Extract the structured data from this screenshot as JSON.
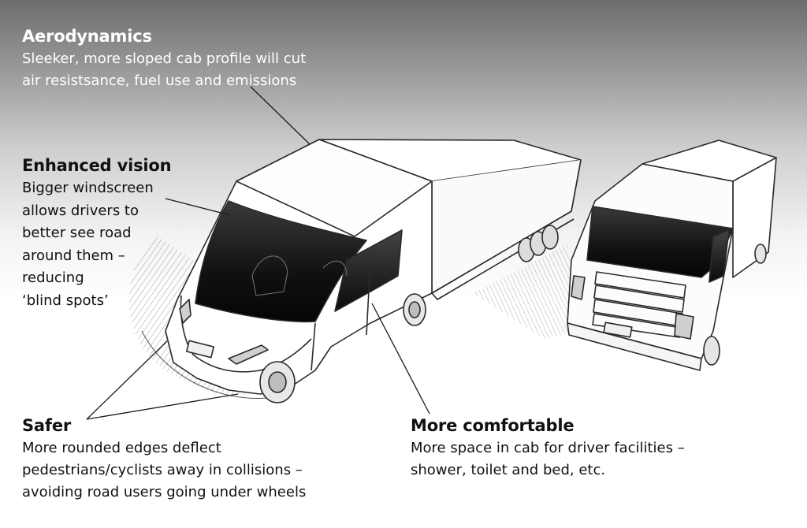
{
  "callouts": {
    "aerodynamics": {
      "title": "Aerodynamics",
      "text": "Sleeker, more sloped cab profile will cut\nair resistsance, fuel use and emissions"
    },
    "vision": {
      "title": "Enhanced vision",
      "text": "Bigger windscreen\nallows drivers to\nbetter see road\naround them –\nreducing\n‘blind spots’"
    },
    "safer": {
      "title": "Safer",
      "text": "More rounded edges deflect\npedestrians/cyclists away in collisions –\navoiding road users going under wheels"
    },
    "comfort": {
      "title": "More comfortable",
      "text": "More space in cab for driver facilities –\nshower, toilet and bed, etc."
    }
  },
  "colors": {
    "text_light": "#ffffff",
    "text_dark": "#111111",
    "sketch_line": "#2a2a2a",
    "gradient_top": "#6d6d6d"
  }
}
